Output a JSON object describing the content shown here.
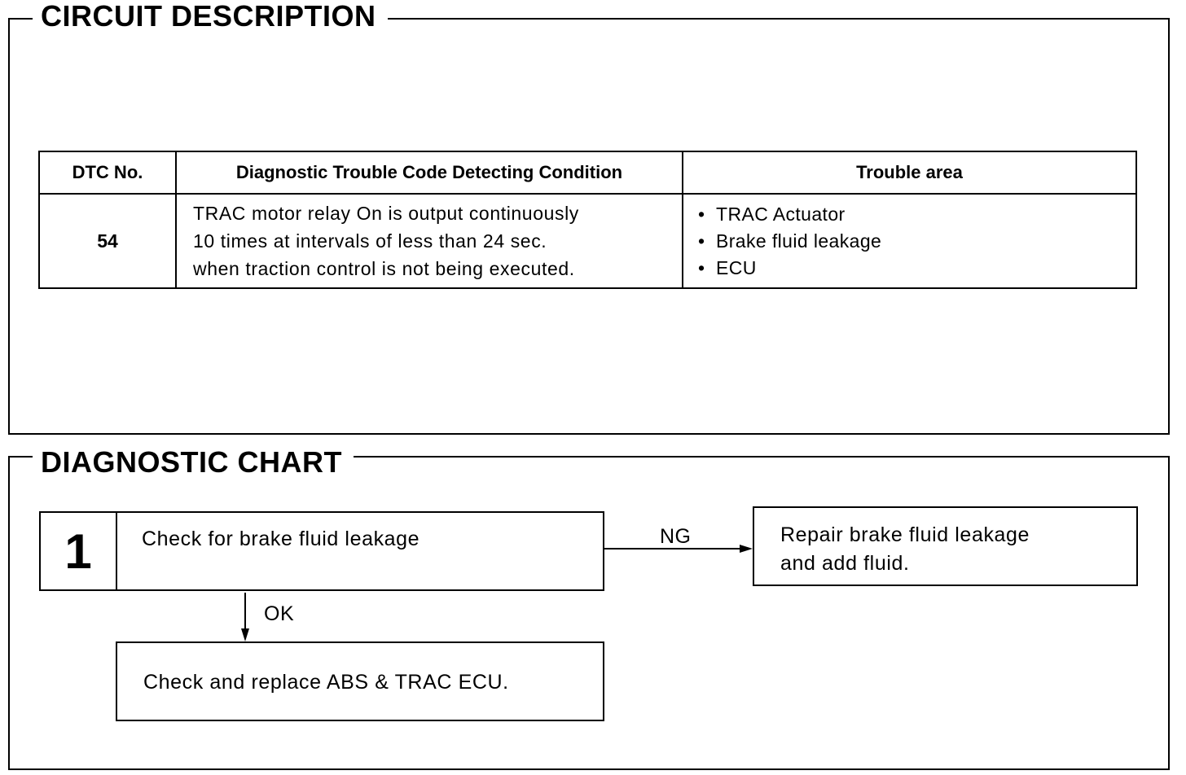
{
  "circuit_description": {
    "title": "CIRCUIT DESCRIPTION",
    "table": {
      "headers": {
        "dtc_no": "DTC No.",
        "condition": "Diagnostic Trouble Code Detecting Condition",
        "trouble_area": "Trouble area"
      },
      "row": {
        "dtc_no": "54",
        "condition_lines": [
          "TRAC motor relay On is output continuously",
          "10 times at intervals of less than 24 sec.",
          "when traction control is not being executed."
        ],
        "trouble_areas": [
          "TRAC Actuator",
          "Brake fluid leakage",
          "ECU"
        ],
        "bullet": "•"
      }
    }
  },
  "diagnostic_chart": {
    "title": "DIAGNOSTIC CHART",
    "step1": {
      "number": "1",
      "text": "Check for brake fluid leakage"
    },
    "ng_label": "NG",
    "ok_label": "OK",
    "ng_result_lines": [
      "Repair brake fluid leakage",
      "and add fluid."
    ],
    "ok_result": "Check and replace ABS & TRAC ECU."
  }
}
